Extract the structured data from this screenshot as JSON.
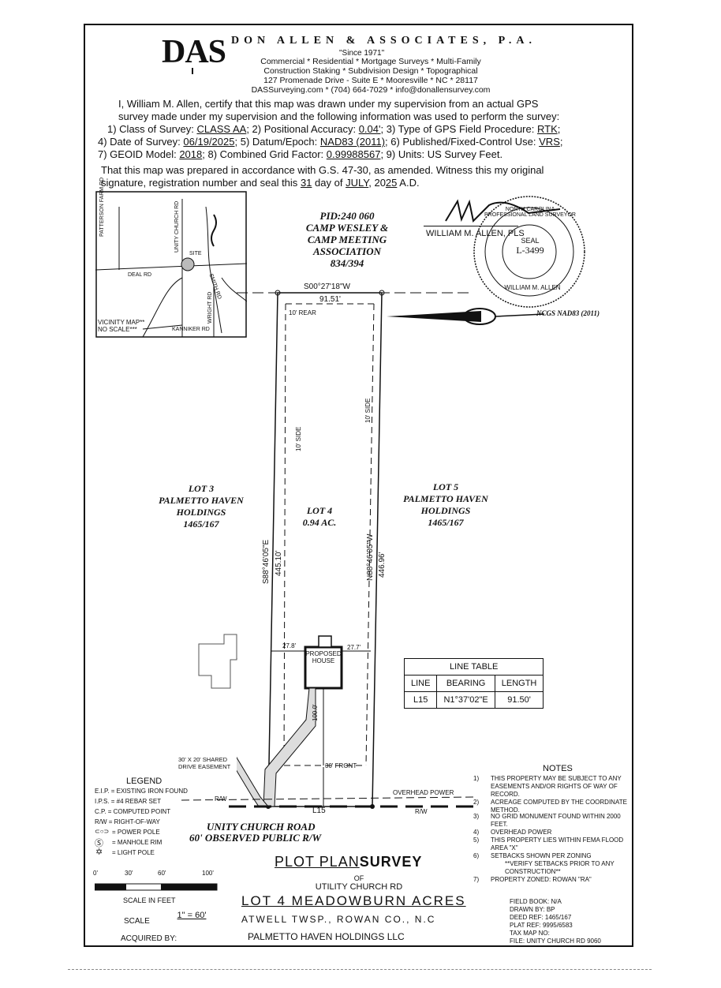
{
  "header": {
    "logo": "DAS",
    "company": "DON ALLEN & ASSOCIATES, P.A.",
    "since": "\"Since 1971\"",
    "services1": "Commercial * Residential * Mortgage Surveys * Multi-Family",
    "services2": "Construction Staking * Subdivision Design * Topographical",
    "address": "127 Promenade Drive - Suite E * Mooresville * NC * 28117",
    "contact": "DASSurveying.com * (704) 664-7029 * info@donallensurvey.com"
  },
  "certification": {
    "line1": "I, William M. Allen, certify that this map was drawn under my supervision from an actual GPS",
    "line2": "survey made under my supervision and the following information was used to perform the survey:",
    "l3a": "1) Class of Survey:",
    "class": "CLASS AA",
    "l3b": "; 2) Positional Accuracy:",
    "accuracy": "0.04'",
    "l3c": "; 3) Type of GPS Field Procedure:",
    "procedure": "RTK",
    "l4a": "4) Date of Survey:",
    "date": "06/19/2025",
    "l4b": "; 5) Datum/Epoch:",
    "datum": "NAD83 (2011)",
    "l4c": "; 6) Published/Fixed-Control Use:",
    "control": "VRS",
    "l5a": "7) GEOID Model:",
    "geoid": "2018",
    "l5b": "; 8) Combined Grid Factor:",
    "factor": "0.99988567",
    "l5c": "; 9) Units: US Survey Feet.",
    "line6": "That this map was prepared in accordance with G.S. 47-30, as amended. Witness this my original",
    "l7a": "signature, registration number and seal this",
    "day": "31",
    "l7b": "day of",
    "month": "JULY",
    "l7c": ", 20",
    "year": "25",
    "l7d": "A.D."
  },
  "surveyor": {
    "name": "WILLIAM M. ALLEN, PLS",
    "seal_text": "NORTH CAROLINA PROFESSIONAL LAND SURVEYOR",
    "seal_word": "SEAL",
    "seal_num": "L-3499",
    "seal_name": "WILLIAM M. ALLEN"
  },
  "vicinity": {
    "roads": [
      "PATTERSON FARM RD",
      "UNITY CHURCH RD",
      "DEAL RD",
      "SMITH RD",
      "WRIGHT RD",
      "KANNIKER RD"
    ],
    "site": "SITE",
    "label1": "VICINITY MAP**",
    "label2": "NO SCALE***"
  },
  "plat": {
    "pid1": "PID:240 060",
    "pid2": "CAMP WESLEY &",
    "pid3": "CAMP MEETING",
    "pid4": "ASSOCIATION",
    "pid5": "834/394",
    "north_bearing": "S00°27'18\"W",
    "north_dist": "91.51'",
    "rear": "10' REAR",
    "side_l": "10' SIDE",
    "side_r": "10' SIDE",
    "ncgs": "NCGS NAD83 (2011)",
    "lot3_1": "LOT 3",
    "lot3_2": "PALMETTO HAVEN",
    "lot3_3": "HOLDINGS",
    "lot3_4": "1465/167",
    "lot5_1": "LOT 5",
    "lot5_2": "PALMETTO HAVEN",
    "lot5_3": "HOLDINGS",
    "lot5_4": "1465/167",
    "lot4_1": "LOT 4",
    "lot4_2": "0.94 AC.",
    "west_bearing": "S88°46'05\"E",
    "west_dist": "445.10'",
    "east_bearing": "N88°46'05\"W",
    "east_dist": "446.96'",
    "dim_left": "27.8'",
    "dim_right": "27.7'",
    "house1": "PROPOSED",
    "house2": "HOUSE",
    "dim_100": "100.0'",
    "front": "30' FRONT",
    "easement1": "30' X 20' SHARED",
    "easement2": "DRIVE EASEMENT",
    "overhead": "OVERHEAD POWER",
    "rw_left": "R/W",
    "rw_right": "R/W",
    "l15": "L15",
    "road1": "UNITY CHURCH ROAD",
    "road2": "60' OBSERVED PUBLIC R/W"
  },
  "line_table": {
    "title": "LINE TABLE",
    "headers": [
      "LINE",
      "BEARING",
      "LENGTH"
    ],
    "row": [
      "L15",
      "N1°37'02\"E",
      "91.50'"
    ]
  },
  "legend": {
    "title": "LEGEND",
    "items": [
      "E.I.P. = EXISTING IRON FOUND",
      "I.P.S. = #4 REBAR SET",
      "C.P. = COMPUTED POINT",
      "R/W = RIGHT-OF-WAY",
      "= POWER POLE",
      "= MANHOLE RIM",
      "= LIGHT POLE"
    ]
  },
  "notes": {
    "title": "NOTES",
    "items": [
      {
        "n": "1)",
        "t": "THIS PROPERTY MAY BE SUBJECT TO ANY EASEMENTS AND/OR RIGHTS OF WAY OF RECORD."
      },
      {
        "n": "2)",
        "t": "ACREAGE COMPUTED BY THE COORDINATE METHOD."
      },
      {
        "n": "3)",
        "t": "NO GRID MONUMENT FOUND WITHIN 2000 FEET."
      },
      {
        "n": "4)",
        "t": "OVERHEAD POWER"
      },
      {
        "n": "5)",
        "t": "THIS PROPERTY LIES WITHIN FEMA FLOOD AREA \"X\""
      },
      {
        "n": "6)",
        "t": "SETBACKS SHOWN PER ZONING"
      },
      {
        "n": "",
        "t": "**VERIFY SETBACKS PRIOR TO ANY CONSTRUCTION**"
      },
      {
        "n": "7)",
        "t": "PROPERTY ZONED: ROWAN \"RA\""
      }
    ]
  },
  "scale": {
    "ticks": [
      "0'",
      "30'",
      "60'",
      "100'"
    ],
    "label": "SCALE IN FEET",
    "scale_label": "SCALE",
    "scale_value": "1\" = 60'",
    "acquired": "ACQUIRED BY:"
  },
  "title_block": {
    "plot": "PLOT PLAN",
    "survey": "SURVEY",
    "of": "OF",
    "street": "UTILITY CHURCH RD",
    "lot": "LOT 4 MEADOWBURN ACRES",
    "twp": "ATWELL TWSP., ROWAN CO., N.C",
    "owner": "PALMETTO HAVEN HOLDINGS LLC"
  },
  "file_info": [
    "FIELD BOOK: N/A",
    "DRAWN BY: BP",
    "DEED REF: 1465/167",
    "PLAT REF: 9995/6583",
    "TAX MAP NO:",
    "FILE: UNITY CHURCH RD 9060"
  ]
}
